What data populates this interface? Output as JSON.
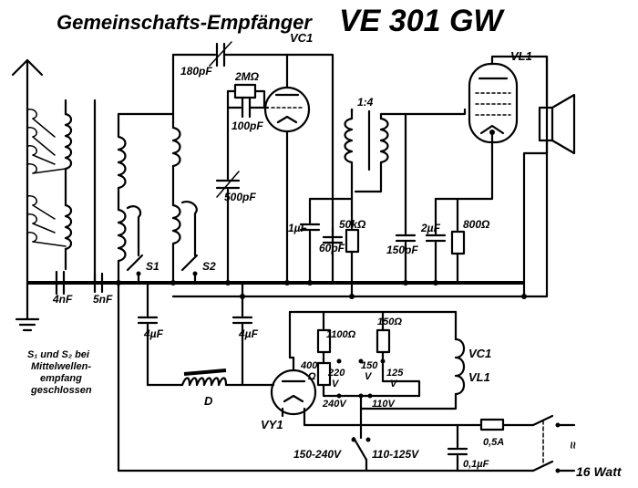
{
  "title": {
    "main": "Gemeinschafts-Empfänger",
    "model": "VE 301 GW"
  },
  "components": {
    "c_180pf": "180pF",
    "tube_vc1": "VC1",
    "tube_vl1": "VL1",
    "r_2mohm": "2MΩ",
    "c_100pf": "100pF",
    "ratio": "1:4",
    "c_500pf": "500pF",
    "c_1uf": "1µF",
    "c_60pf": "60pF",
    "r_50k": "50kΩ",
    "c_150pf": "150pF",
    "c_2uf": "2µF",
    "r_800": "800Ω",
    "s1": "S1",
    "s2": "S2",
    "c_4nf": "4nF",
    "c_5nf": "5nF",
    "c_4uf_a": "4µF",
    "c_4uf_b": "4µF",
    "r_1100": "1100Ω",
    "r_150": "150Ω",
    "r_400": "400",
    "r_400_unit": "Ω",
    "t_220v": "220",
    "t_220v_unit": "V",
    "t_150v": "150",
    "t_150v_unit": "V",
    "t_125v": "125",
    "t_125v_unit": "V",
    "t_240v": "240V",
    "t_110v": "110V",
    "heater_vc1": "VC1",
    "heater_vl1": "VL1",
    "choke_d": "D",
    "tube_vy1": "VY1",
    "sw_range_a": "150-240V",
    "sw_range_b": "110-125V",
    "fuse": "0,5A",
    "c_01uf": "0,1µF",
    "power": "16 Watt",
    "mains_symbol": "≈"
  },
  "note": {
    "line1": "S₁ und S₂ bei",
    "line2": "Mittelwellen-",
    "line3": "empfang",
    "line4": "geschlossen"
  }
}
